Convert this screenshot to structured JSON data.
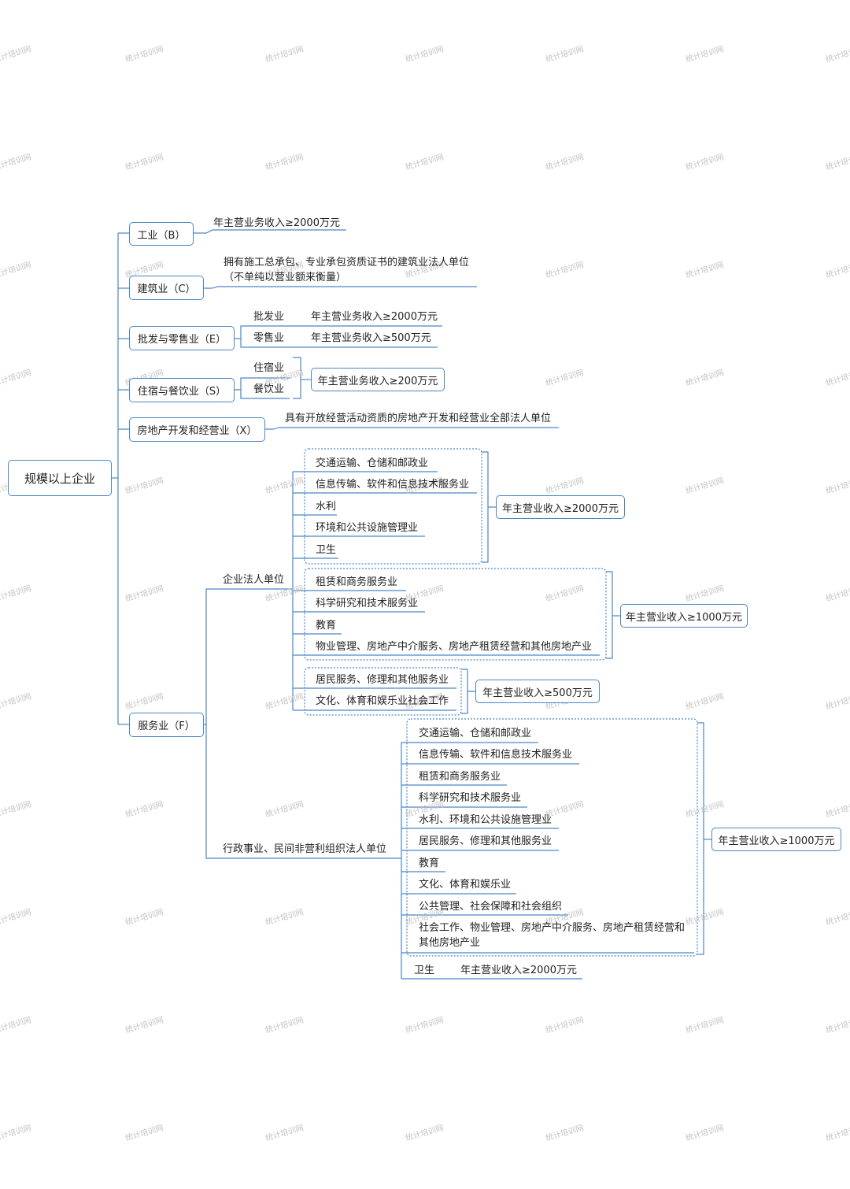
{
  "watermark": "统计培训网",
  "accent_color": "#4a86c5",
  "root": "规模以上企业",
  "industry": {
    "label": "工业（B）",
    "criterion": "年主营业务收入≥2000万元"
  },
  "construction": {
    "label": "建筑业（C）",
    "criterion_line1": "拥有施工总承包、专业承包资质证书的建筑业法人单位",
    "criterion_line2": "（不单纯以营业额来衡量）"
  },
  "wholesale_retail": {
    "label": "批发与零售业（E）",
    "wholesale": {
      "label": "批发业",
      "criterion": "年主营业务收入≥2000万元"
    },
    "retail": {
      "label": "零售业",
      "criterion": "年主营业务收入≥500万元"
    }
  },
  "accommodation_catering": {
    "label": "住宿与餐饮业（S）",
    "items": [
      "住宿业",
      "餐饮业"
    ],
    "criterion": "年主营业务收入≥200万元"
  },
  "real_estate": {
    "label": "房地产开发和经营业（X）",
    "criterion": "具有开放经营活动资质的房地产开发和经营业全部法人单位"
  },
  "services": {
    "label": "服务业（F）",
    "enterprise": {
      "label": "企业法人单位",
      "group1": {
        "items": [
          "交通运输、仓储和邮政业",
          "信息传输、软件和信息技术服务业",
          "水利",
          "环境和公共设施管理业",
          "卫生"
        ],
        "criterion": "年主营业收入≥2000万元"
      },
      "group2": {
        "items": [
          "租赁和商务服务业",
          "科学研究和技术服务业",
          "教育",
          "物业管理、房地产中介服务、房地产租赁经营和其他房地产业"
        ],
        "criterion": "年主营业收入≥1000万元"
      },
      "group3": {
        "items": [
          "居民服务、修理和其他服务业",
          "文化、体育和娱乐业社会工作"
        ],
        "criterion": "年主营业收入≥500万元"
      }
    },
    "nonprofit": {
      "label": "行政事业、民间非营利组织法人单位",
      "group": {
        "items": [
          "交通运输、仓储和邮政业",
          "信息传输、软件和信息技术服务业",
          "租赁和商务服务业",
          "科学研究和技术服务业",
          "水利、环境和公共设施管理业",
          "居民服务、修理和其他服务业",
          "教育",
          "文化、体育和娱乐业",
          "公共管理、社会保障和社会组织"
        ],
        "last_item_line1": "社会工作、物业管理、房地产中介服务、房地产租赁经营和",
        "last_item_line2": "其他房地产业",
        "criterion": "年主营业收入≥1000万元"
      },
      "health": {
        "label": "卫生",
        "criterion": "年主营业收入≥2000万元"
      }
    }
  }
}
